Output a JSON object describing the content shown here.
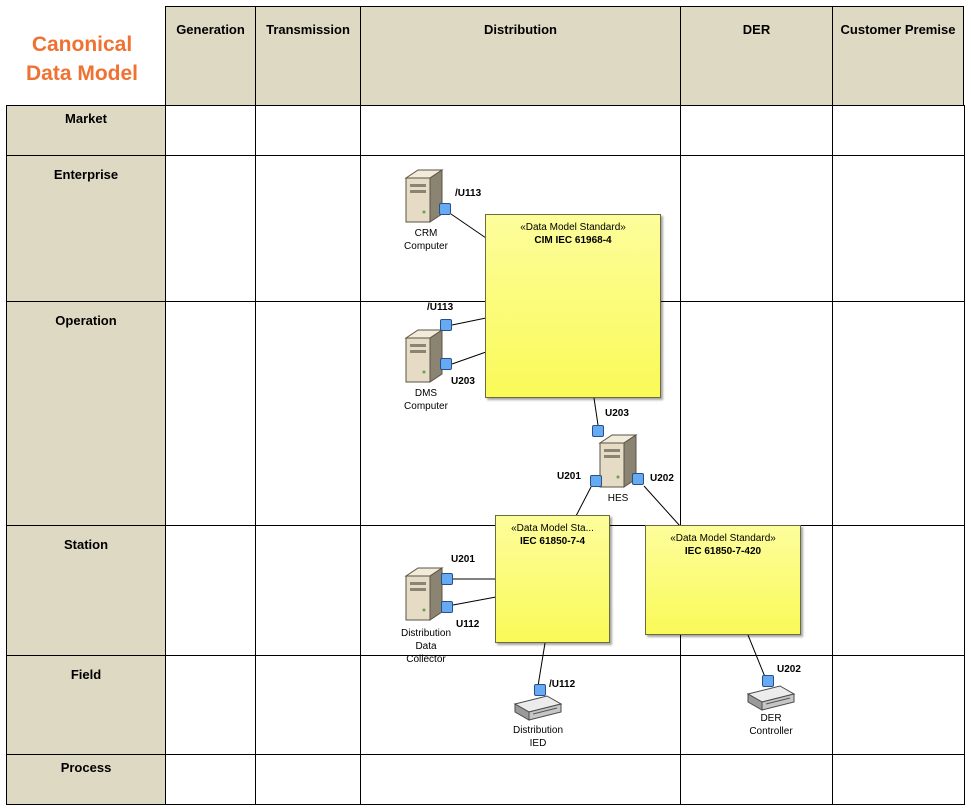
{
  "title": {
    "line1": "Canonical",
    "line2": "Data Model"
  },
  "columns": [
    "Generation",
    "Transmission",
    "Distribution",
    "DER",
    "Customer Premise"
  ],
  "rows": [
    "Market",
    "Enterprise",
    "Operation",
    "Station",
    "Field",
    "Process"
  ],
  "notes": [
    {
      "stereotype": "«Data Model Standard»",
      "name": "CIM IEC 61968-4"
    },
    {
      "stereotype": "«Data Model Sta...",
      "name": "IEC 61850-7-4"
    },
    {
      "stereotype": "«Data Model Standard»",
      "name": "IEC 61850-7-420"
    }
  ],
  "nodes": {
    "crm": {
      "line1": "CRM",
      "line2": "Computer"
    },
    "dms": {
      "line1": "DMS",
      "line2": "Computer"
    },
    "hes": {
      "line1": "HES"
    },
    "ddc": {
      "line1": "Distribution",
      "line2": "Data",
      "line3": "Collector"
    },
    "dist_ied": {
      "line1": "Distribution",
      "line2": "IED"
    },
    "der_ctrl": {
      "line1": "DER",
      "line2": "Controller"
    }
  },
  "ports": {
    "crm_u113": "/U113",
    "dms_u113": "/U113",
    "dms_u203": "U203",
    "hes_u203": "U203",
    "hes_u201": "U201",
    "hes_u202": "U202",
    "ddc_u201": "U201",
    "ddc_u112": "U112",
    "ied_u112": "/U112",
    "der_u202": "U202"
  },
  "colors": {
    "title": "#f07232",
    "header_fill": "#ddd9c3",
    "note_fill": "#fafa6e",
    "port_fill": "#66aaf4"
  }
}
